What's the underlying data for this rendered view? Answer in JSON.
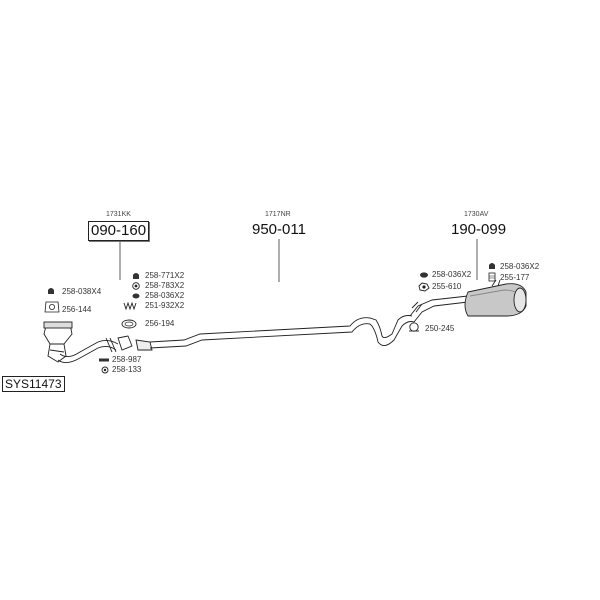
{
  "diagram": {
    "system_code": "SYS11473",
    "sections": [
      {
        "header": "1731KK",
        "part_number": "090-160",
        "boxed": true
      },
      {
        "header": "1717NR",
        "part_number": "950-011",
        "boxed": false
      },
      {
        "header": "1730AV",
        "part_number": "190-099",
        "boxed": false
      }
    ],
    "parts": {
      "left_upper": "258-038X4",
      "left_gasket": "256-144",
      "bracket_1": "258-771X2",
      "bracket_2": "258-783X2",
      "bracket_3": "258-036X2",
      "bracket_4": "251-932X2",
      "ring": "256-194",
      "bolt": "258-987",
      "nut": "258-133",
      "rear_rubber": "258-036X2",
      "rear_ring": "255-610",
      "clamp": "250-245",
      "muffler_rubber": "258-036X2",
      "muffler_clamp": "255-177"
    },
    "icons": {
      "rubber-mount": "rubber-mount-icon",
      "gasket": "gasket-icon",
      "spring": "spring-icon",
      "clamp": "clamp-icon",
      "bolt": "bolt-icon",
      "nut": "nut-icon"
    },
    "colors": {
      "line": "#222222",
      "fill": "#ffffff",
      "shade": "#bbbbbb"
    }
  }
}
